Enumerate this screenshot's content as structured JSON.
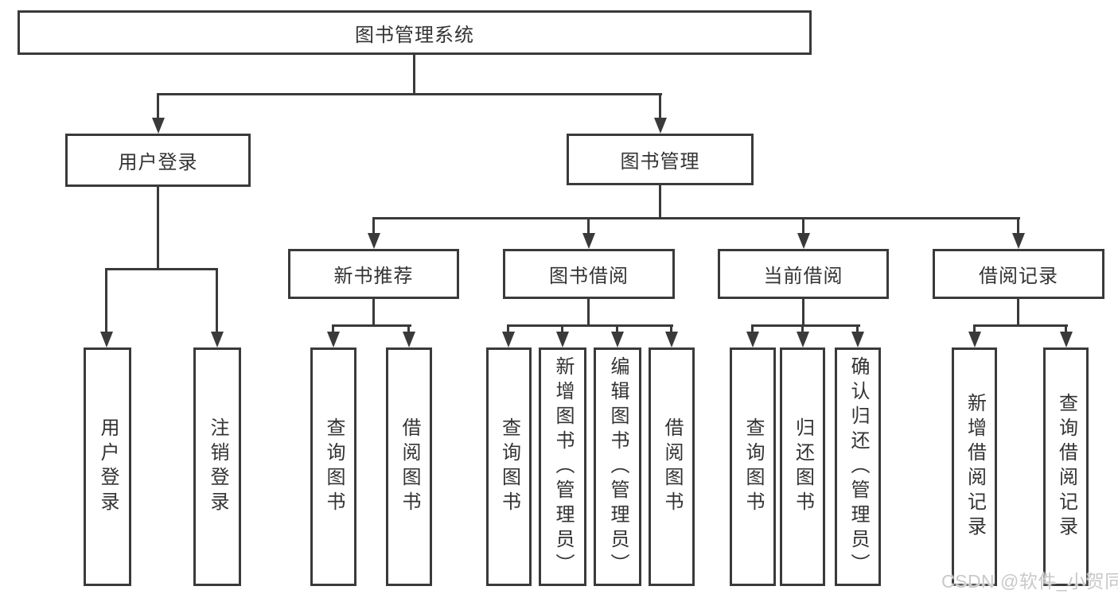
{
  "diagram": {
    "type": "hierarchy-flowchart",
    "colors": {
      "line": "#3a3a3a",
      "box_border": "#3a3a3a",
      "text": "#333333",
      "background": "#ffffff",
      "watermark": "#c9c9c9"
    },
    "tree": {
      "root": {
        "label": "图书管理系统",
        "children": [
          {
            "label": "用户登录",
            "children": [
              {
                "label": "用户登录"
              },
              {
                "label": "注销登录"
              }
            ]
          },
          {
            "label": "图书管理",
            "children": [
              {
                "label": "新书推荐",
                "children": [
                  {
                    "label": "查询图书"
                  },
                  {
                    "label": "借阅图书"
                  }
                ]
              },
              {
                "label": "图书借阅",
                "children": [
                  {
                    "label": "查询图书"
                  },
                  {
                    "label": "新增图书（管理员）"
                  },
                  {
                    "label": "编辑图书（管理员）"
                  },
                  {
                    "label": "借阅图书"
                  }
                ]
              },
              {
                "label": "当前借阅",
                "children": [
                  {
                    "label": "查询图书"
                  },
                  {
                    "label": "归还图书"
                  },
                  {
                    "label": "确认归还（管理员）"
                  }
                ]
              },
              {
                "label": "借阅记录",
                "children": [
                  {
                    "label": "新增借阅记录"
                  },
                  {
                    "label": "查询借阅记录"
                  }
                ]
              }
            ]
          }
        ]
      }
    },
    "watermark": {
      "text": "CSDN @软件_小贺同学"
    }
  }
}
